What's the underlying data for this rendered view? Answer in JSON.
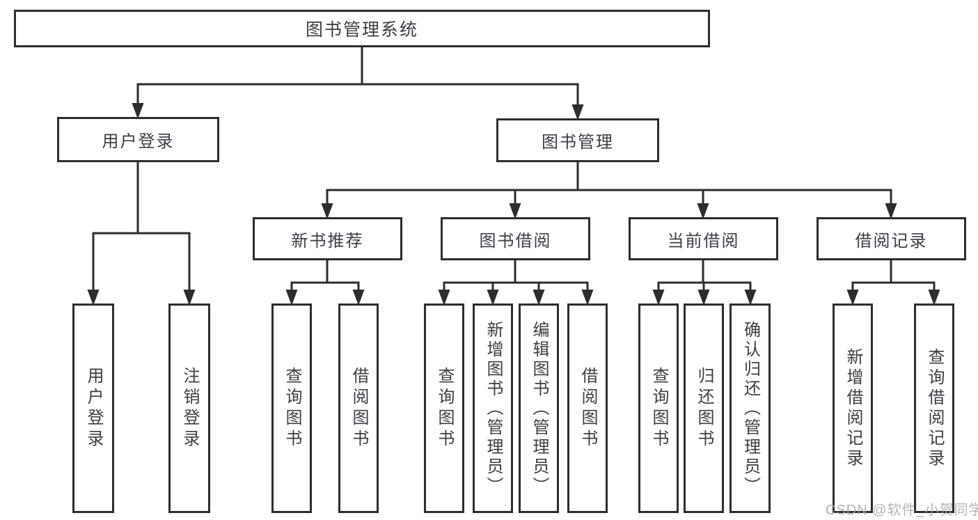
{
  "diagram": {
    "root": {
      "label": "图书管理系统"
    },
    "level2": {
      "user_login": "用户登录",
      "book_mgmt": "图书管理"
    },
    "level3": {
      "new_book_rec": "新书推荐",
      "book_borrow": "图书借阅",
      "current_borrow": "当前借阅",
      "borrow_records": "借阅记录"
    },
    "leaves": {
      "login_login": "用户登录",
      "login_logout": "注销登录",
      "newbook_query": "查询图书",
      "newbook_borrow": "借阅图书",
      "borrow_query": "查询图书",
      "borrow_add": "新增图书（管理员）",
      "borrow_edit": "编辑图书（管理员）",
      "borrow_borrow": "借阅图书",
      "current_query": "查询图书",
      "current_return": "归还图书",
      "current_confirm": "确认归还（管理员）",
      "records_add": "新增借阅记录",
      "records_query": "查询借阅记录"
    }
  },
  "watermark": {
    "text": "CSDN @软件_小贺同学"
  },
  "colors": {
    "line": "#2d2d2d",
    "text": "#3d3d46",
    "background": "#ffffff",
    "watermark": "#a8a8b0"
  }
}
